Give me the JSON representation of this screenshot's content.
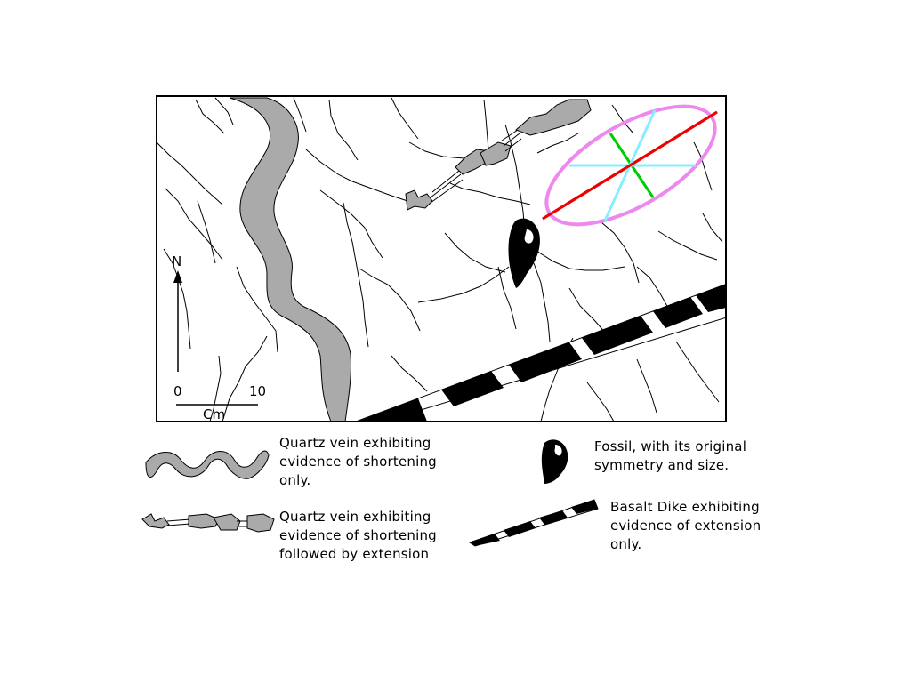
{
  "map": {
    "north_label": "N",
    "scale": {
      "start_label": "0",
      "end_label": "10",
      "unit_label": "Cm"
    }
  },
  "legend": {
    "items": [
      {
        "text": "Quartz vein exhibiting\nevidence of shortening\nonly.",
        "icon": "folded-quartz-vein-icon"
      },
      {
        "text": "Fossil, with its original\nsymmetry and size.",
        "icon": "fossil-shell-icon"
      },
      {
        "text": "Quartz vein exhibiting\nevidence of shortening\nfollowed by extension",
        "icon": "boudinaged-quartz-vein-icon"
      },
      {
        "text": "Basalt Dike exhibiting\nevidence of extension\nonly.",
        "icon": "basalt-dike-icon"
      }
    ]
  },
  "colors": {
    "quartz_vein_fill": "#aaaaaa",
    "dike_fill": "#000000",
    "ellipse_stroke": "#ee88ee",
    "long_axis": "#ee0000",
    "short_axis": "#00cc00",
    "diagonal_axes": "#88eeff",
    "frame": "#000000",
    "fracture_lines": "#000000"
  }
}
